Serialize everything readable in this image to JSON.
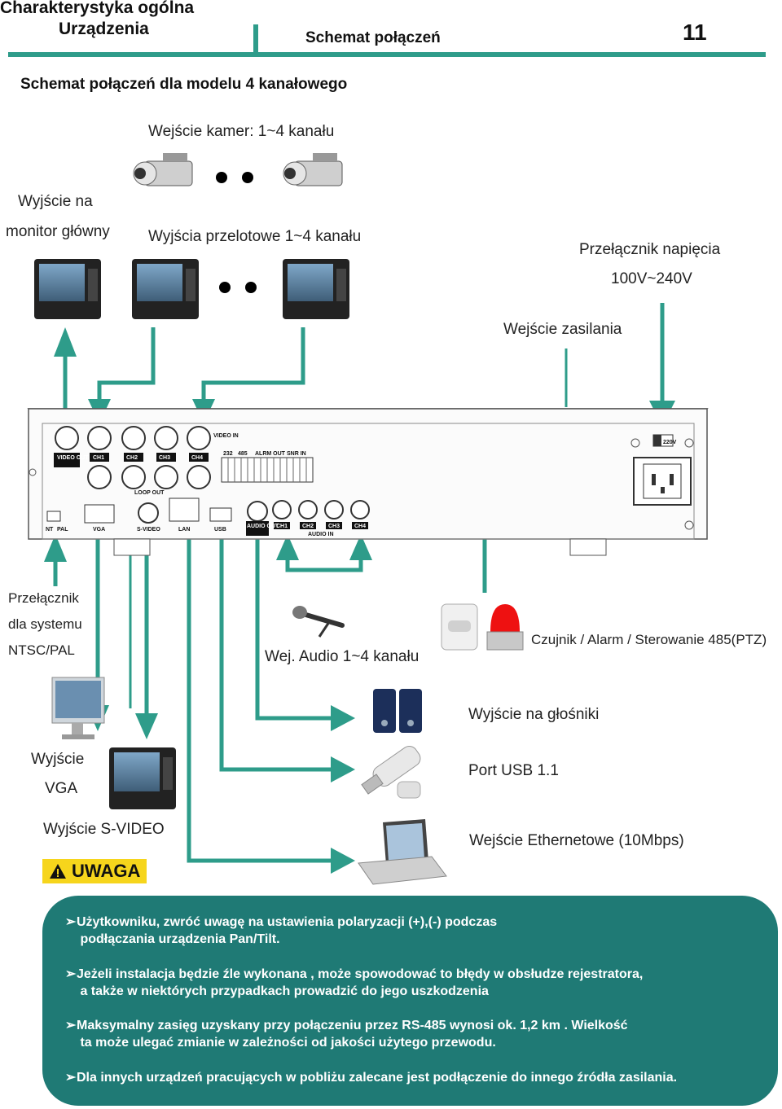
{
  "header": {
    "section_line1": "Charakterystyka ogólna",
    "section_line2": "Urządzenia",
    "subsection": "Schemat połączeń",
    "page_number": "11"
  },
  "title": "Schemat połączeń dla modelu 4 kanałowego",
  "labels": {
    "camera_input": "Wejście kamer: 1~4 kanału",
    "main_monitor_line1": "Wyjście na",
    "main_monitor_line2": "monitor główny",
    "loop_out": "Wyjścia przelotowe  1~4 kanału",
    "voltage_switch_line1": "Przełącznik napięcia",
    "voltage_switch_line2": "100V~240V",
    "power_input": "Wejście zasilania",
    "system_switch_line1": "Przełącznik",
    "system_switch_line2": "dla systemu",
    "system_switch_line3": "NTSC/PAL",
    "audio_in": "Wej. Audio 1~4 kanału",
    "sensor": "Czujnik / Alarm / Sterowanie 485(PTZ)",
    "speakers": "Wyjście na głośniki",
    "vga_line1": "Wyjście",
    "vga_line2": "VGA",
    "usb": "Port USB 1.1",
    "svideo": "Wyjście S-VIDEO",
    "ethernet": "Wejście Ethernetowe (10Mbps)"
  },
  "panel": {
    "video_out": "VIDEO OUT",
    "video_in": "VIDEO IN",
    "loop_out": "LOOP OUT",
    "ch1": "CH1",
    "ch2": "CH2",
    "ch3": "CH3",
    "ch4": "CH4",
    "vga": "VGA",
    "svideo": "S-VIDEO",
    "lan": "LAN",
    "usb": "USB",
    "audio_out": "AUDIO OUT",
    "audio_in": "AUDIO IN",
    "nt": "NT",
    "pal": "PAL",
    "rs232": "232",
    "rs485": "485",
    "alrm_out": "ALRM OUT",
    "snr_in": "SNR IN",
    "volt": "220V"
  },
  "warning": {
    "label": "UWAGA",
    "items": [
      [
        "Użytkowniku, zwróć uwagę na ustawienia polaryzacji (+),(-) podczas",
        " podłączania urządzenia Pan/Tilt."
      ],
      [
        "Jeżeli instalacja będzie źle wykonana , może spowodować to błędy w obsłudze rejestratora,",
        "  a także w niektórych przypadkach prowadzić do jego uszkodzenia"
      ],
      [
        "Maksymalny zasięg uzyskany przy połączeniu przez  RS-485  wynosi ok. 1,2 km . Wielkość",
        " ta może ulegać zmianie w zależności od jakości użytego przewodu."
      ],
      [
        "Dla innych urządzeń pracujących w pobliżu zalecane jest podłączenie do innego źródła zasilania."
      ]
    ]
  },
  "colors": {
    "accent": "#2e9c8a",
    "note_bg": "#1f7a75",
    "warning_yellow": "#f6d51c"
  }
}
